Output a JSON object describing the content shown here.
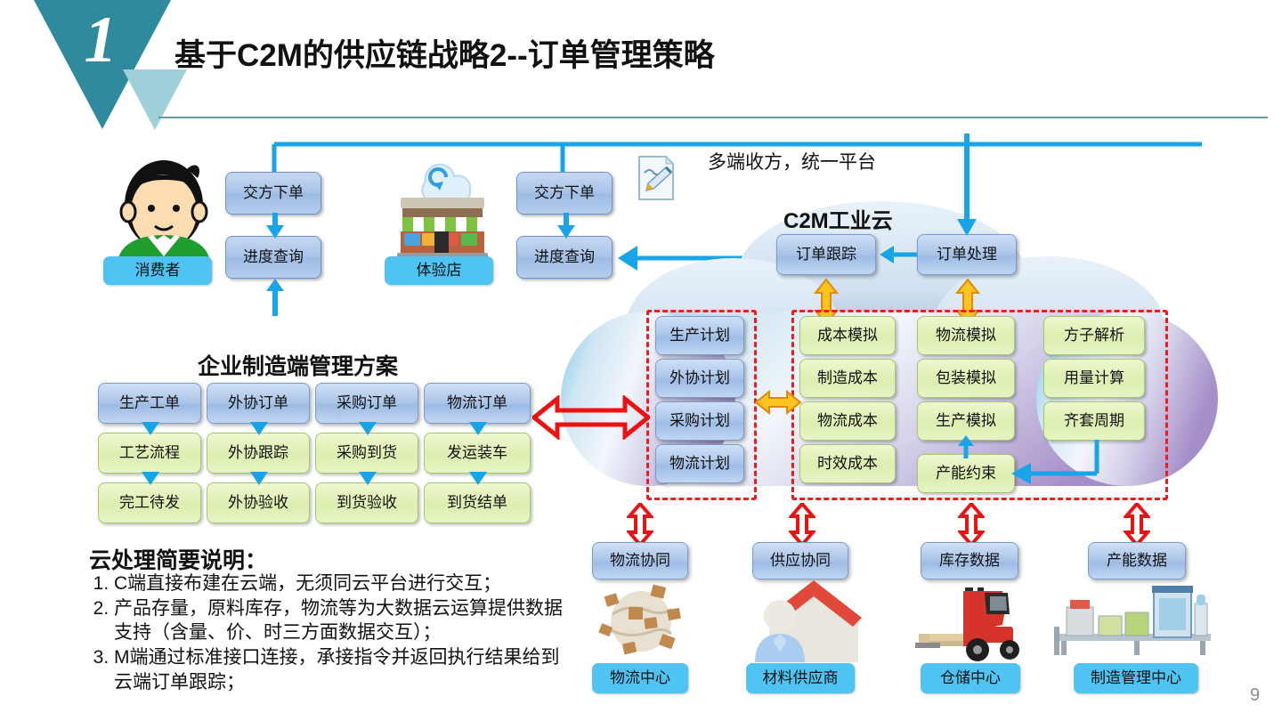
{
  "header": {
    "badge_number": "1",
    "title": "基于C2M的供应链战略2--订单管理策略"
  },
  "page_number": "9",
  "top_note": "多端收方，统一平台",
  "cloud": {
    "title": "C2M工业云",
    "order_track": "订单跟踪",
    "order_process": "订单处理",
    "plan_column": [
      "生产计划",
      "外协计划",
      "采购计划",
      "物流计划"
    ],
    "cost_column": [
      "成本模拟",
      "制造成本",
      "物流成本",
      "时效成本"
    ],
    "sim_column": [
      "物流模拟",
      "包装模拟",
      "生产模拟",
      "产能约束"
    ],
    "recipe_column": [
      "方子解析",
      "用量计算",
      "齐套周期"
    ]
  },
  "channels": {
    "consumer_label": "消费者",
    "store_label": "体验店",
    "consumer_order": "交方下单",
    "consumer_progress": "进度查询",
    "store_order": "交方下单",
    "store_progress": "进度查询"
  },
  "manufacturing": {
    "title": "企业制造端管理方案",
    "columns": [
      {
        "head": "生产工单",
        "steps": [
          "工艺流程",
          "完工待发"
        ]
      },
      {
        "head": "外协订单",
        "steps": [
          "外协跟踪",
          "外协验收"
        ]
      },
      {
        "head": "采购订单",
        "steps": [
          "采购到货",
          "到货验收"
        ]
      },
      {
        "head": "物流订单",
        "steps": [
          "发运装车",
          "到货结单"
        ]
      }
    ]
  },
  "notes": {
    "title": "云处理简要说明：",
    "items": [
      "C端直接布建在云端，无须同云平台进行交互；",
      "产品存量，原料库存，物流等为大数据云运算提供数据支持（含量、价、时三方面数据交互）；",
      "M端通过标准接口连接，承接指令并返回执行结果给到云端订单跟踪；"
    ]
  },
  "partners": [
    {
      "tag": "物流协同",
      "name": "物流中心",
      "icon": "globe-parcels-icon"
    },
    {
      "tag": "供应协同",
      "name": "材料供应商",
      "icon": "supplier-person-house-icon"
    },
    {
      "tag": "库存数据",
      "name": "仓储中心",
      "icon": "forklift-icon"
    },
    {
      "tag": "产能数据",
      "name": "制造管理中心",
      "icon": "production-line-icon"
    }
  ],
  "colors": {
    "teal": "#2e8a9c",
    "teal_light": "#9fd0da",
    "cyan": "#4fc3f2",
    "blue_box": "#a9c4e8",
    "green_box": "#dcefb0",
    "red_dash": "#ef1c1c",
    "orange_arrow": "#f5a81c",
    "link_blue": "#18a5e8"
  }
}
